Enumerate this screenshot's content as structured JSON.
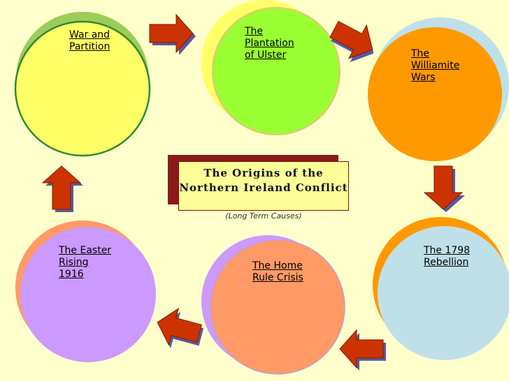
{
  "diagram": {
    "title": "The Origins of the Northern Ireland Conflict",
    "subtitle": "(Long Term Causes)",
    "nodes": [
      {
        "id": "war-and-partition",
        "label": "War and\nPartition"
      },
      {
        "id": "plantation-of-ulster",
        "label": "The\nPlantation\nof Ulster"
      },
      {
        "id": "williamite-wars",
        "label": "The\nWilliamite\nWars"
      },
      {
        "id": "rebellion-1798",
        "label": "The 1798\nRebellion"
      },
      {
        "id": "home-rule-crisis",
        "label": "The Home\nRule Crisis"
      },
      {
        "id": "easter-rising",
        "label": "The Easter\nRising\n1916"
      }
    ],
    "colors": {
      "background": "#FFFFCC",
      "arrow_fill": "#CC3300",
      "arrow_shadow": "#5A5A9A",
      "title_shadow": "#8B1A1A",
      "title_box": "#FFFF99"
    }
  }
}
